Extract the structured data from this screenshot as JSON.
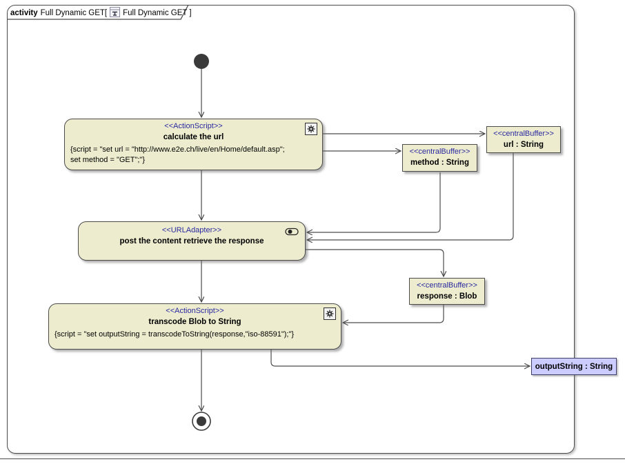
{
  "frame": {
    "keyword": "activity",
    "title_left": "Full Dynamic GET[",
    "title_right": "Full Dynamic GET ]"
  },
  "colors": {
    "node_fill": "#edecce",
    "stereotype_text": "#2828a0",
    "edge": "#4a4a4a",
    "pin_fill": "#ccccff"
  },
  "nodes": {
    "action_calculate": {
      "stereotype": "<<ActionScript>>",
      "name": "calculate the url",
      "script_line1": "{script = \"set url = \"http://www.e2e.ch/live/en/Home/default.asp\";",
      "script_line2": "set method = \"GET\";\"}"
    },
    "buffer_url": {
      "stereotype": "<<centralBuffer>>",
      "name": "url : String"
    },
    "buffer_method": {
      "stereotype": "<<centralBuffer>>",
      "name": "method : String"
    },
    "adapter_post": {
      "stereotype": "<<URLAdapter>>",
      "name": "post the content retrieve the response"
    },
    "buffer_response": {
      "stereotype": "<<centralBuffer>>",
      "name": "response : Blob"
    },
    "action_transcode": {
      "stereotype": "<<ActionScript>>",
      "name": "transcode Blob to String",
      "script_line1": "{script = \"set outputString = transcodeToString(response,\"iso-88591\");\"}"
    },
    "pin_output": {
      "name": "outputString : String"
    }
  }
}
